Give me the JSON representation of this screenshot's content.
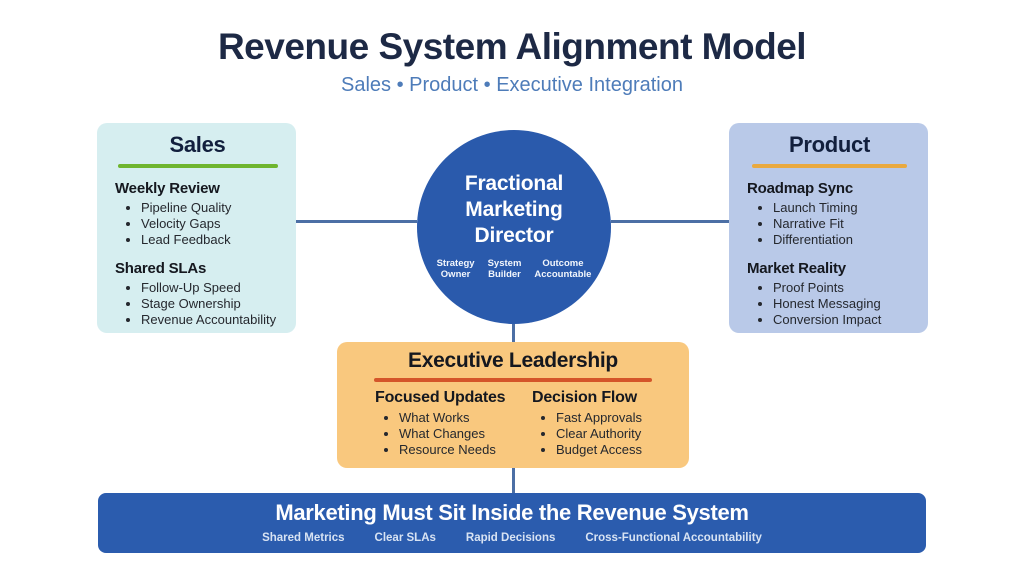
{
  "header": {
    "title": "Revenue System Alignment Model",
    "subtitle": "Sales • Product • Executive Integration"
  },
  "sales": {
    "heading": "Sales",
    "sections": [
      {
        "heading": "Weekly Review",
        "items": [
          "Pipeline Quality",
          "Velocity Gaps",
          "Lead Feedback"
        ]
      },
      {
        "heading": "Shared SLAs",
        "items": [
          "Follow-Up Speed",
          "Stage Ownership",
          "Revenue Accountability"
        ]
      }
    ]
  },
  "center": {
    "title_lines": [
      "Fractional",
      "Marketing",
      "Director"
    ],
    "roles": [
      {
        "top": "Strategy",
        "bottom": "Owner"
      },
      {
        "top": "System",
        "bottom": "Builder"
      },
      {
        "top": "Outcome",
        "bottom": "Accountable"
      }
    ]
  },
  "product": {
    "heading": "Product",
    "sections": [
      {
        "heading": "Roadmap Sync",
        "items": [
          "Launch Timing",
          "Narrative Fit",
          "Differentiation"
        ]
      },
      {
        "heading": "Market Reality",
        "items": [
          "Proof Points",
          "Honest Messaging",
          "Conversion Impact"
        ]
      }
    ]
  },
  "executive": {
    "heading": "Executive Leadership",
    "columns": [
      {
        "heading": "Focused Updates",
        "items": [
          "What Works",
          "What Changes",
          "Resource Needs"
        ]
      },
      {
        "heading": "Decision Flow",
        "items": [
          "Fast Approvals",
          "Clear Authority",
          "Budget Access"
        ]
      }
    ]
  },
  "banner": {
    "title": "Marketing Must Sit Inside the Revenue System",
    "items": [
      "Shared Metrics",
      "Clear SLAs",
      "Rapid Decisions",
      "Cross-Functional Accountability"
    ]
  },
  "colors": {
    "title_text": "#1d2945",
    "subtitle_text": "#4e7cb9",
    "sales_bg": "#d6eef0",
    "sales_accent": "#6fb52f",
    "product_bg": "#b9c9e8",
    "product_accent": "#e9a93f",
    "circle_bg": "#2a5aac",
    "executive_bg": "#f9c87e",
    "executive_accent": "#d4552a",
    "banner_bg": "#2b5cae",
    "connector": "#4c6fa5"
  }
}
